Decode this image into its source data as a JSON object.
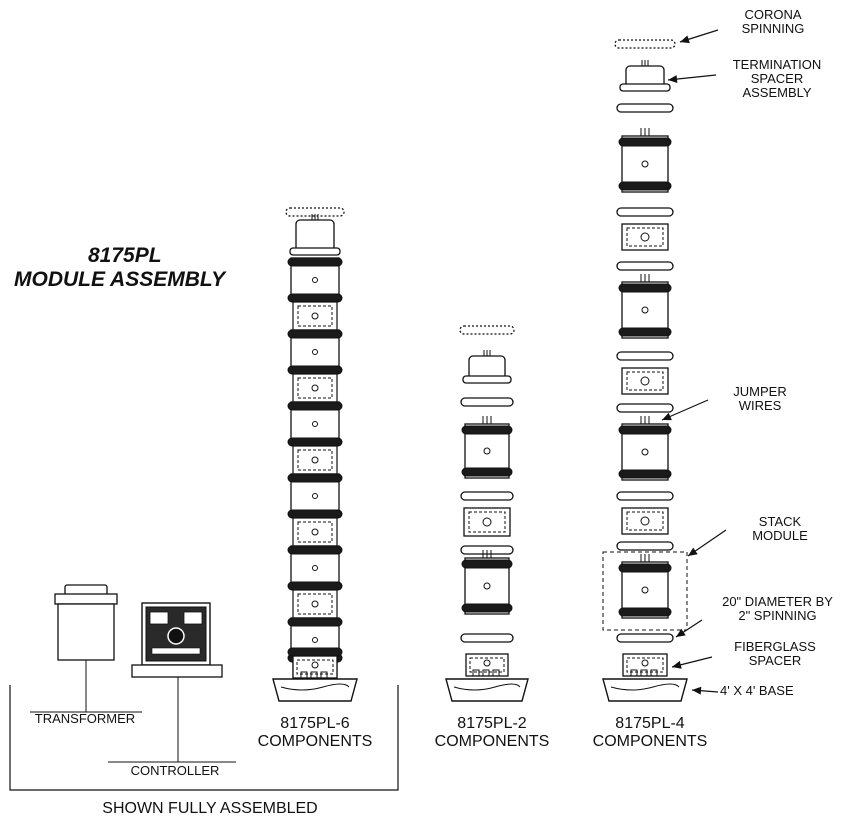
{
  "title": {
    "line1": "8175PL",
    "line2": "MODULE ASSEMBLY"
  },
  "labels": {
    "corona_spinning": [
      "CORONA",
      "SPINNING"
    ],
    "termination_spacer": [
      "TERMINATION",
      "SPACER",
      "ASSEMBLY"
    ],
    "jumper_wires": [
      "JUMPER",
      "WIRES"
    ],
    "stack_module": [
      "STACK",
      "MODULE"
    ],
    "diameter_spinning": [
      "20\" DIAMETER BY",
      "2\" SPINNING"
    ],
    "fiberglass_spacer": [
      "FIBERGLASS",
      "SPACER"
    ],
    "base": "4' X 4' BASE",
    "transformer": "TRANSFORMER",
    "controller": "CONTROLLER"
  },
  "captions": {
    "pl6": [
      "8175PL-6",
      "COMPONENTS"
    ],
    "pl2": [
      "8175PL-2",
      "COMPONENTS"
    ],
    "pl4": [
      "8175PL-4",
      "COMPONENTS"
    ],
    "assembled": "SHOWN FULLY ASSEMBLED"
  },
  "colors": {
    "ink": "#111111",
    "paper": "#ffffff",
    "dark_band": "#1a1a1a"
  }
}
